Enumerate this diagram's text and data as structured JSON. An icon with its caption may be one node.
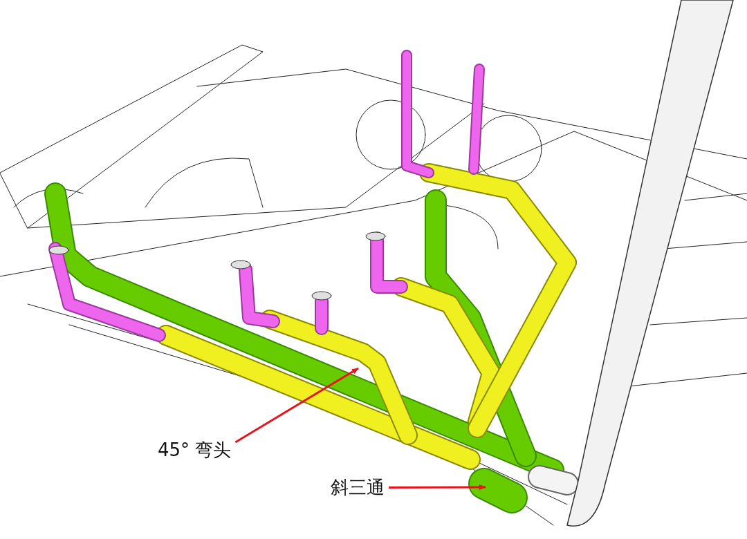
{
  "diagram": {
    "nodes": [
      {
        "text": [
          "45° 弯头"
        ]
      },
      {
        "text": [
          "斜三通"
        ]
      }
    ],
    "edges": [
      {
        "from": 0,
        "to": null,
        "arrow": "to"
      },
      {
        "from": 1,
        "to": null,
        "arrow": "to"
      }
    ]
  }
}
